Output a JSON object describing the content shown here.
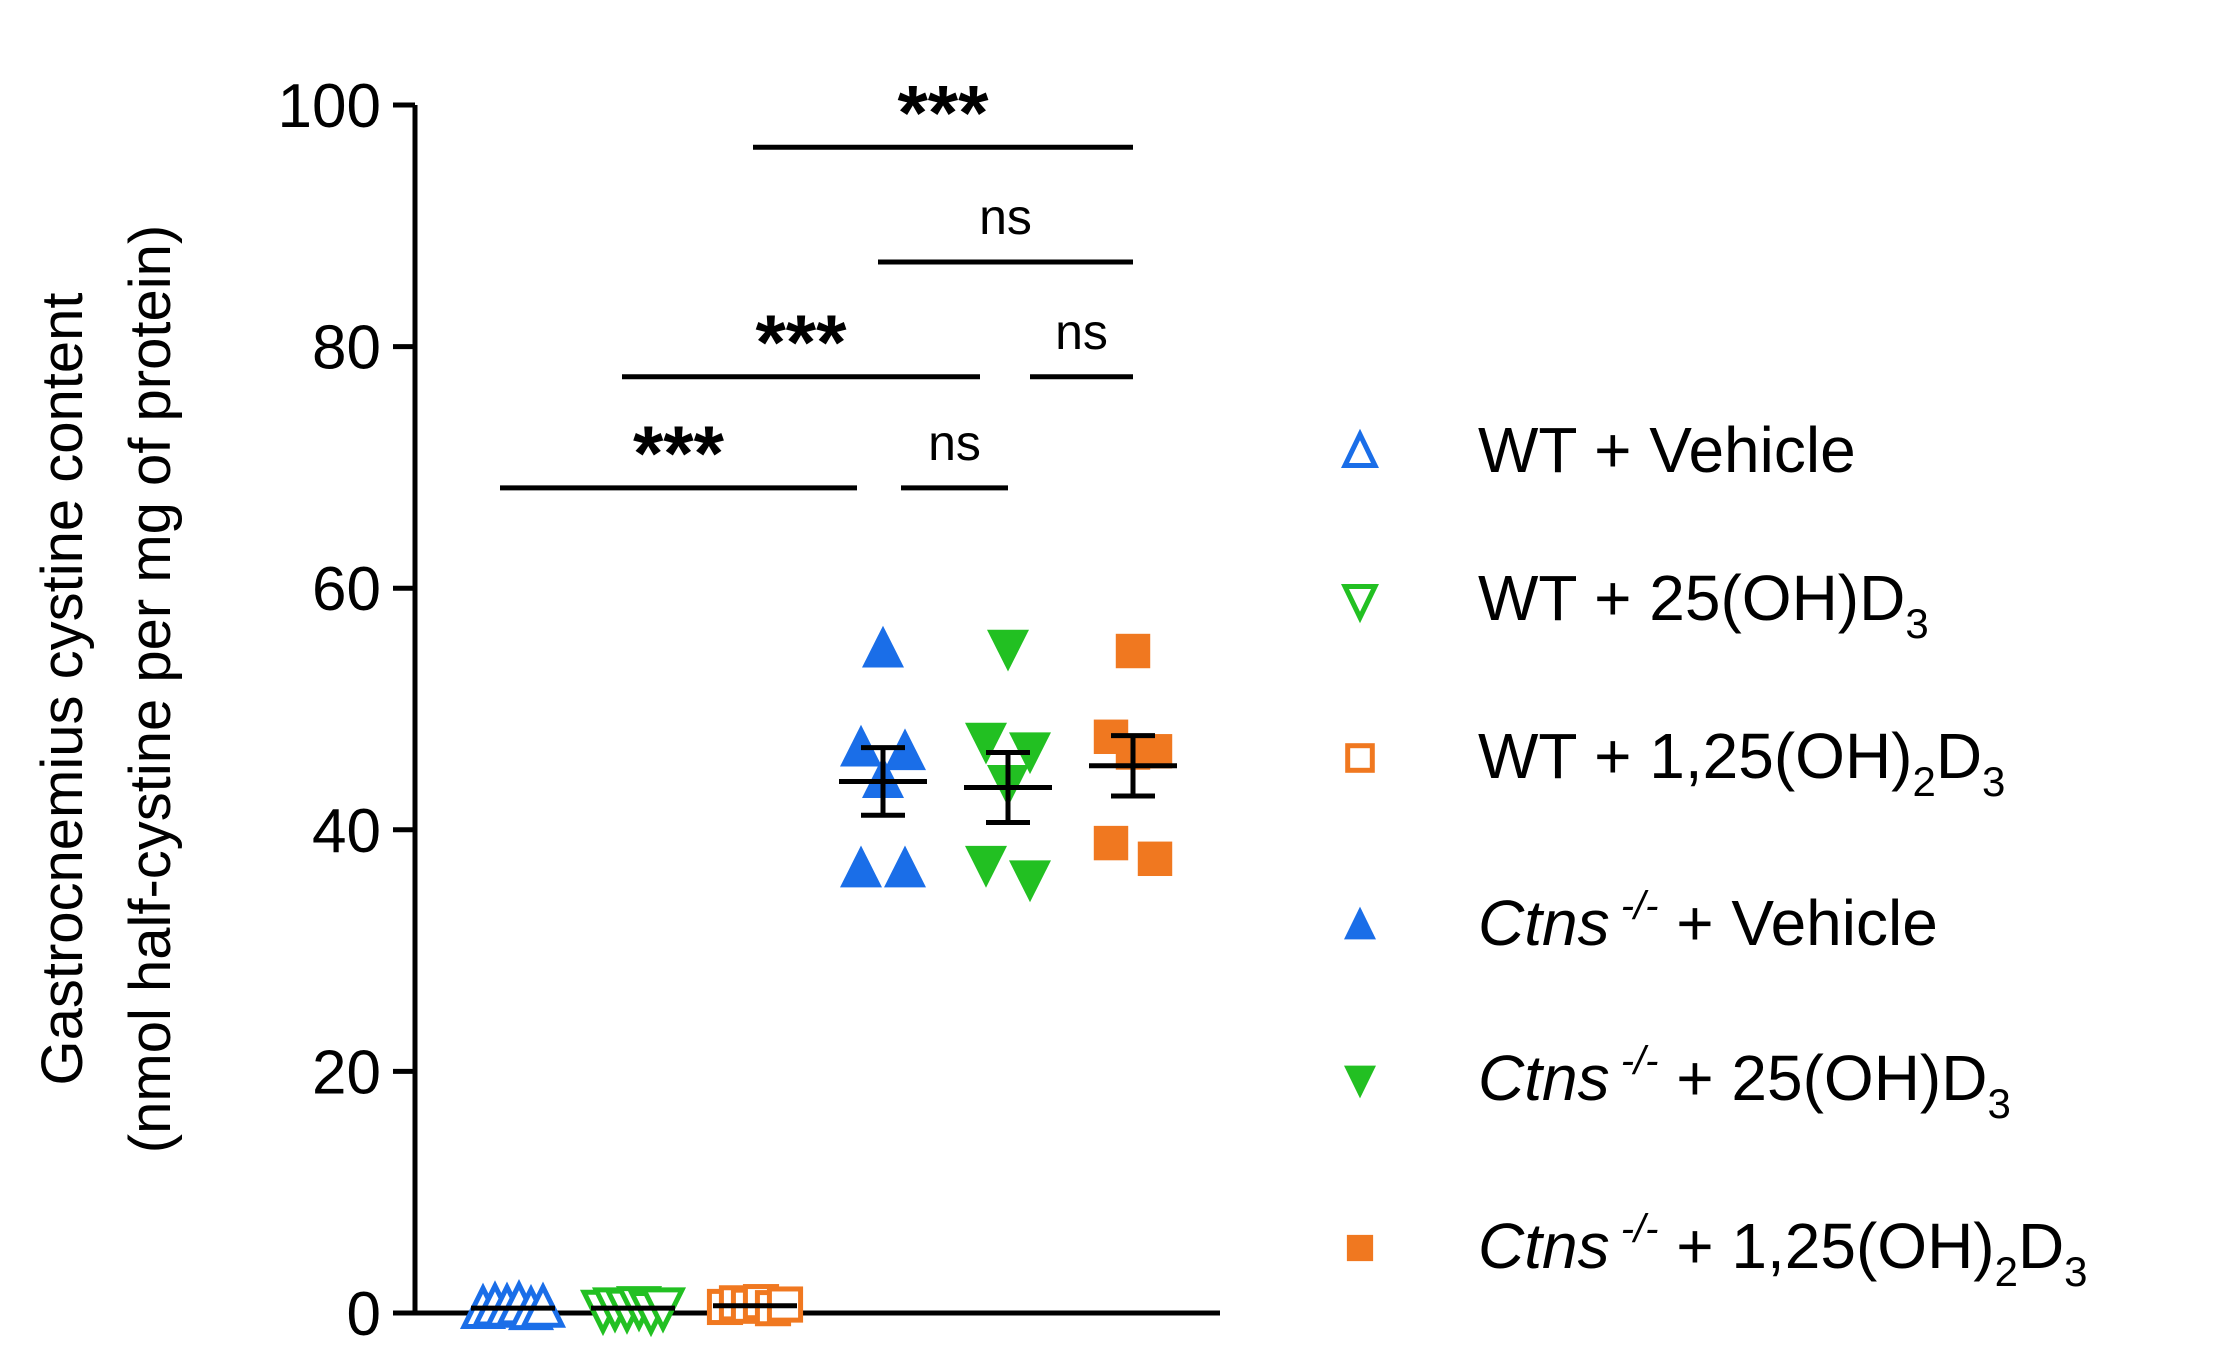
{
  "chart_data": {
    "type": "scatter",
    "title": "",
    "ylabel": [
      "Gastrocnemius cystine content",
      "(nmol half-cystine per mg of protein)"
    ],
    "xlabel": "",
    "ylim": [
      0,
      100
    ],
    "yticks": [
      "0",
      "20",
      "40",
      "60",
      "80",
      "100"
    ],
    "grid": false,
    "legend_position": "right",
    "series": [
      {
        "name": "WT + Vehicle",
        "genotype": "WT",
        "treatment": "Vehicle",
        "marker": "triangle-up-open",
        "color": "#1a6ee8",
        "values": [
          0.3,
          0.5,
          0.4,
          0.6,
          0.2,
          0.4
        ],
        "mean": 0.4,
        "sem": 0.1
      },
      {
        "name": "WT + 25(OH)D3",
        "genotype": "WT",
        "treatment": "25(OH)D3",
        "marker": "triangle-down-open",
        "color": "#22c022",
        "values": [
          0.3,
          0.5,
          0.4,
          0.6,
          0.2,
          0.5
        ],
        "mean": 0.4,
        "sem": 0.1
      },
      {
        "name": "WT + 1,25(OH)2D3",
        "genotype": "WT",
        "treatment": "1,25(OH)2D3",
        "marker": "square-open",
        "color": "#f07820",
        "values": [
          0.5,
          0.8,
          0.6,
          0.9,
          0.4,
          0.7
        ],
        "mean": 0.6,
        "sem": 0.1
      },
      {
        "name": "Ctns -/- + Vehicle",
        "genotype": "Ctns",
        "treatment": "Vehicle",
        "marker": "triangle-up-filled",
        "color": "#1a6ee8",
        "values": [
          55.0,
          46.8,
          46.5,
          44.2,
          36.8,
          36.8
        ],
        "mean": 44.0,
        "sem": 2.8
      },
      {
        "name": "Ctns -/- + 25(OH)D3",
        "genotype": "Ctns",
        "treatment": "25(OH)D3",
        "marker": "triangle-down-filled",
        "color": "#22c022",
        "values": [
          55.0,
          47.3,
          46.5,
          43.8,
          37.1,
          35.9
        ],
        "mean": 43.5,
        "sem": 2.9
      },
      {
        "name": "Ctns -/- + 1,25(OH)2D3",
        "genotype": "Ctns",
        "treatment": "1,25(OH)2D3",
        "marker": "square-filled",
        "color": "#f07820",
        "values": [
          54.8,
          47.7,
          46.5,
          46.4,
          38.9,
          37.6
        ],
        "mean": 45.3,
        "sem": 2.5
      }
    ],
    "annotations": [
      {
        "from": 3,
        "to": 5,
        "y": 96.5,
        "label": "***",
        "kind": "star"
      },
      {
        "from": 4,
        "to": 5,
        "y": 87.0,
        "label": "ns",
        "kind": "ns"
      },
      {
        "from": 2,
        "to": 4,
        "y": 77.5,
        "label": "***",
        "kind": "star"
      },
      {
        "from": 5,
        "to": 5,
        "y": 77.5,
        "label": "ns",
        "kind": "ns"
      },
      {
        "from": 1,
        "to": 3,
        "y": 68.3,
        "label": "***",
        "kind": "star"
      },
      {
        "from": 4,
        "to": 4,
        "y": 68.3,
        "label": "ns",
        "kind": "ns"
      }
    ]
  }
}
